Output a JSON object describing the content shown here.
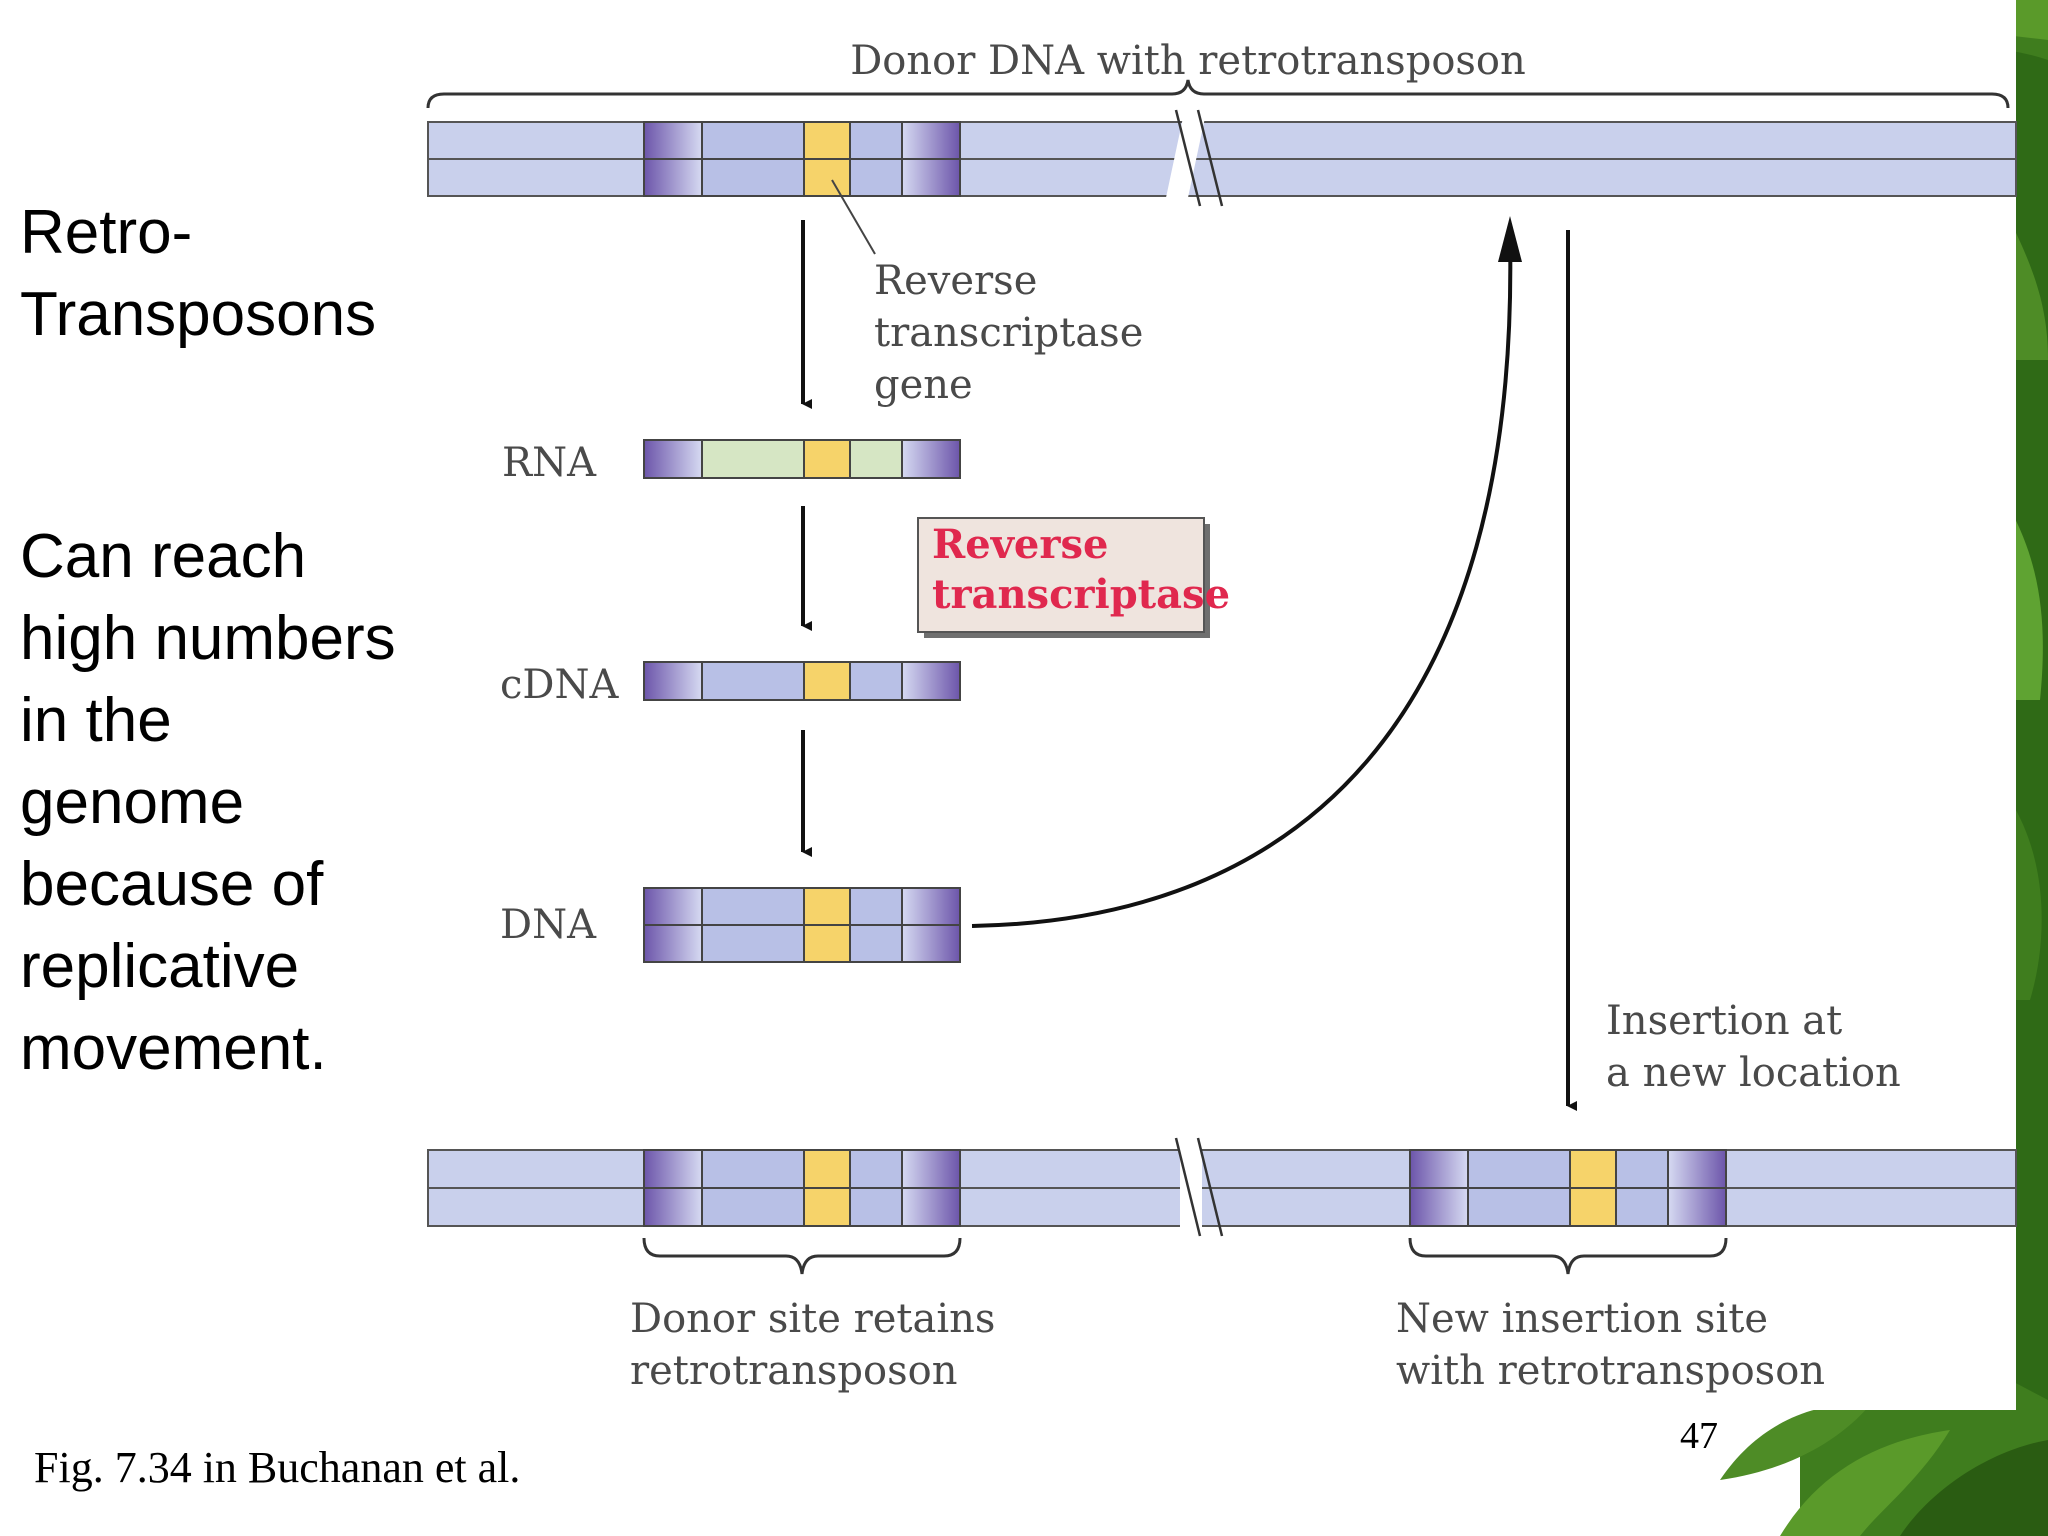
{
  "slide": {
    "title": "Retro-\nTransposons",
    "body": "Can reach\nhigh numbers\nin the\ngenome\nbecause of\nreplicative\nmovement.",
    "caption": "Fig. 7.34 in Buchanan et al.",
    "slide_number": "47"
  },
  "diagram": {
    "donor_label": "Donor DNA with retrotransposon",
    "rt_gene_label": [
      "Reverse",
      "transcriptase",
      "gene"
    ],
    "rna_label": "RNA",
    "rt_enzyme_label": [
      "Reverse",
      "transcriptase"
    ],
    "cdna_label": "cDNA",
    "dna_label": "DNA",
    "insertion_label": [
      "Insertion at",
      "a new location"
    ],
    "donor_site_label": [
      "Donor site retains",
      "retrotransposon"
    ],
    "new_site_label": [
      "New insertion site",
      "with retrotransposon"
    ]
  },
  "colors": {
    "dna_strand": "#c9d0ec",
    "element_body": "#b8c0e6",
    "ltr_purple": "#7a63b5",
    "rt_gene_yellow": "#f6d36a",
    "rna_green": "#d6e6c4",
    "enzyme_box": "#efe4de",
    "enzyme_text": "#e0284e",
    "leaf_green": "#3f7d1e"
  }
}
